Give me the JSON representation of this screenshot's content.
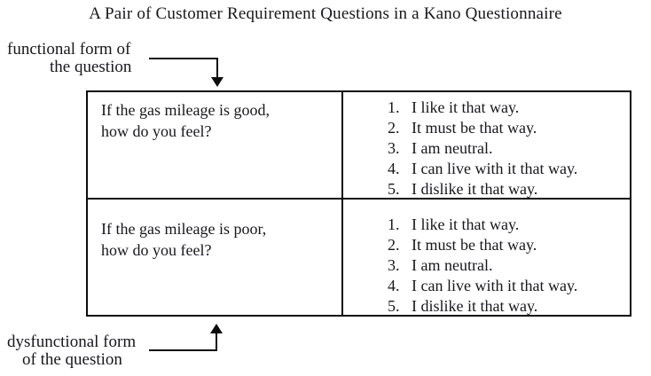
{
  "title": "A Pair of Customer Requirement Questions in a Kano Questionnaire",
  "labels": {
    "functional": {
      "line1": "functional form of",
      "line2": "the question"
    },
    "dysfunctional": {
      "line1": "dysfunctional form",
      "line2": "of the question"
    }
  },
  "table": {
    "rows": [
      {
        "question_lines": [
          "If the gas mileage is good,",
          "how do you feel?"
        ]
      },
      {
        "question_lines": [
          "If the gas mileage is poor,",
          "how do you feel?"
        ]
      }
    ],
    "options": [
      {
        "num": "1.",
        "text": "I like it that way."
      },
      {
        "num": "2.",
        "text": "It must be that way."
      },
      {
        "num": "3.",
        "text": "I am neutral."
      },
      {
        "num": "4.",
        "text": "I can live with it that way."
      },
      {
        "num": "5.",
        "text": "I dislike it that way."
      }
    ]
  },
  "colors": {
    "ink": "#17171d",
    "line": "#0c0c0c",
    "background": "#ffffff"
  }
}
